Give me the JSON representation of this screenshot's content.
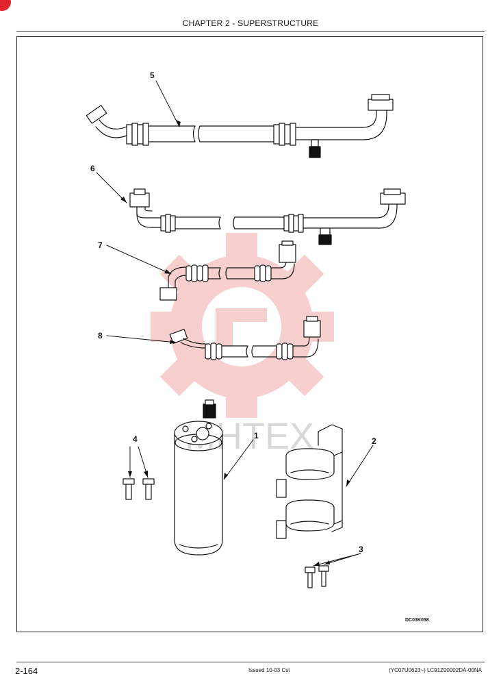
{
  "header": {
    "title": "CHAPTER 2 - SUPERSTRUCTURE"
  },
  "figure": {
    "callouts": [
      "5",
      "6",
      "7",
      "8",
      "1",
      "2",
      "3",
      "4"
    ],
    "drawing_code": "DC03K058"
  },
  "watermark": {
    "text": "MHTEX"
  },
  "footer": {
    "page_number": "2-164",
    "issued": "Issued 10-03   Cst",
    "doc_ref": "(YC07U0623~)   LC91Z00002DA-00NA"
  },
  "colors": {
    "watermark": "#f2b6b6",
    "corner_mark": "#e2242c",
    "line": "#111111"
  }
}
